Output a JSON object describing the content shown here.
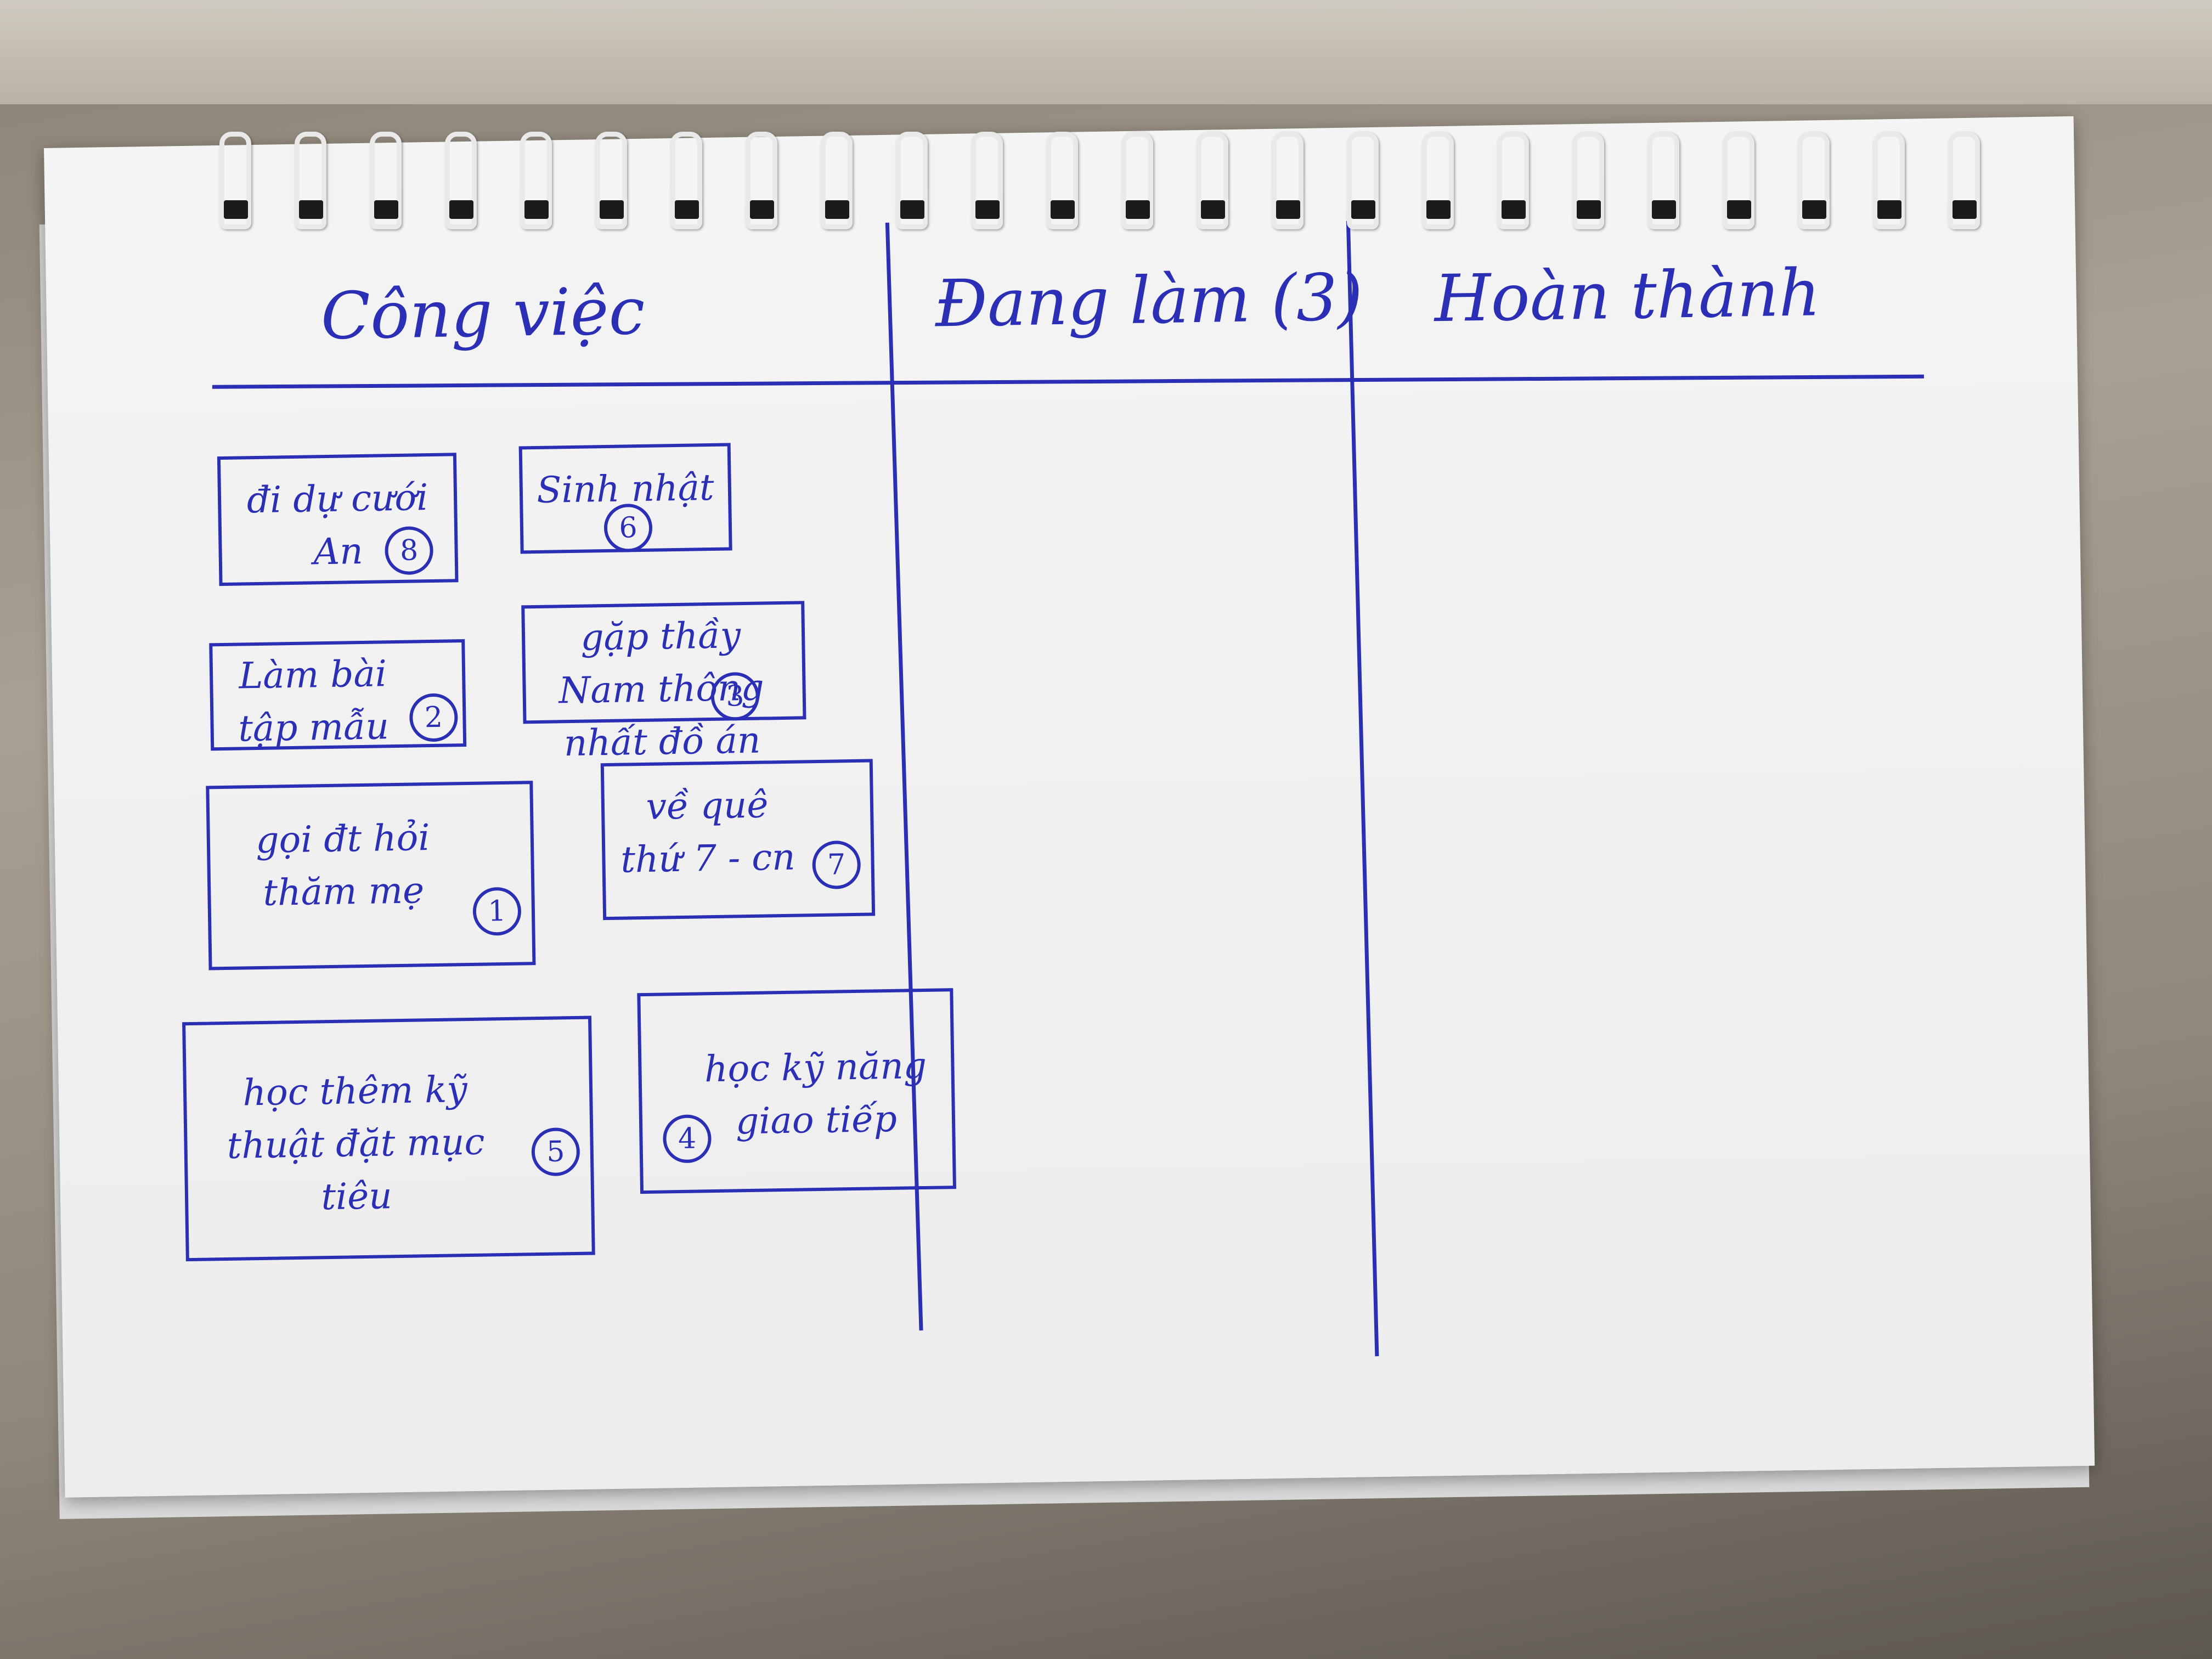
{
  "board": {
    "columns": [
      {
        "label": "Công việc"
      },
      {
        "label": "Đang làm (3)"
      },
      {
        "label": "Hoàn thành"
      }
    ],
    "cards": [
      {
        "text": "đi dự cưới An",
        "priority": "8"
      },
      {
        "text": "Sinh nhật",
        "priority": "6"
      },
      {
        "text": "Làm bài tập mẫu",
        "priority": "2"
      },
      {
        "text": "gặp thầy Nam thông nhất đồ án",
        "priority": "3"
      },
      {
        "text": "gọi đt hỏi thăm mẹ",
        "priority": "1"
      },
      {
        "text": "về quê thứ 7 - cn",
        "priority": "7"
      },
      {
        "text": "học thêm kỹ thuật đặt mục tiêu",
        "priority": "5"
      },
      {
        "text": "học kỹ năng giao tiếp",
        "priority": "4"
      }
    ]
  },
  "colors": {
    "ink": "#2a2fb5",
    "paper": "#f2f2f2",
    "desk": "#a8a092"
  }
}
